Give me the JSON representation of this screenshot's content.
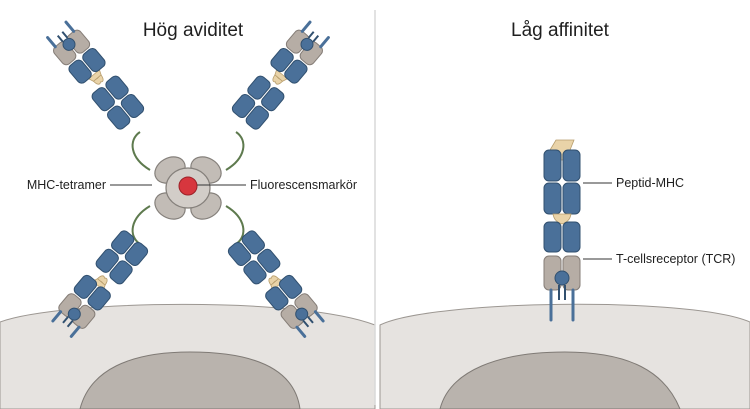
{
  "panels": {
    "left": {
      "title": "Hög aviditet",
      "labels": {
        "tetramer": "MHC-tetramer",
        "fluor": "Fluorescensmarkör"
      }
    },
    "right": {
      "title": "Låg affinitet",
      "labels": {
        "pmhc": "Peptid-MHC",
        "tcr": "T-cellsreceptor (TCR)"
      }
    }
  },
  "colors": {
    "mhc_blue": "#4a7099",
    "tcr_gray": "#b6ada5",
    "peptide": "#e9d3a8",
    "linker_green": "#5e7a4e",
    "streptavidin": "#c2bcb6",
    "fluor_red": "#d7363e",
    "cell": "#e6e3e0",
    "nucleus": "#b9b3ad"
  }
}
